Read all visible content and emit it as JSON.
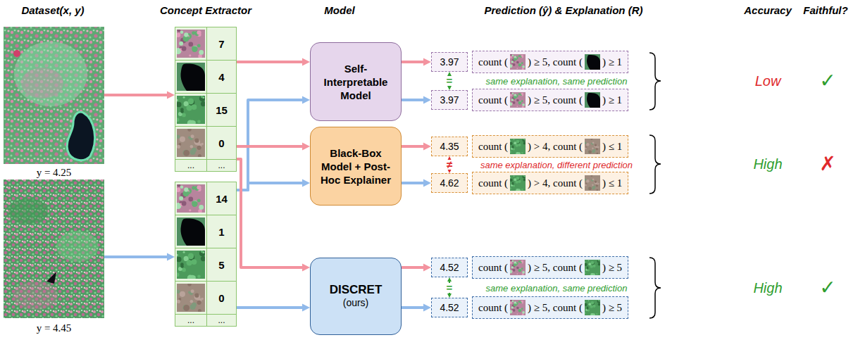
{
  "diagram": {
    "nodes": [
      {
        "text": [
          "y = 4.25"
        ]
      },
      {
        "text": [
          "y = 4.45"
        ]
      },
      {
        "text": [
          "7",
          "4",
          "15",
          "0",
          "...",
          "..."
        ]
      },
      {
        "text": [
          "14",
          "1",
          "5",
          "0",
          "...",
          "..."
        ]
      },
      {
        "text": [
          "Self-Interpretable Model"
        ]
      },
      {
        "text": [
          "Black-Box Model + Post-Hoc Explainer"
        ]
      },
      {
        "text": [
          "DISCRET",
          "(ours)"
        ]
      },
      {
        "text": [
          "3.97"
        ]
      },
      {
        "text": [
          "count (",
          ") ≥ 5, count (",
          ") ≥ 1"
        ]
      },
      {
        "text": [
          "3.97"
        ]
      },
      {
        "text": [
          "count (",
          ") ≥ 5, count (",
          ") ≥ 1"
        ]
      },
      {
        "text": [
          "4.35"
        ]
      },
      {
        "text": [
          "count (",
          ") > 4, count (",
          ") ≤ 1"
        ]
      },
      {
        "text": [
          "4.62"
        ]
      },
      {
        "text": [
          "count (",
          ") > 4, count (",
          ") ≤ 1"
        ]
      },
      {
        "text": [
          "4.52"
        ]
      },
      {
        "text": [
          "count (",
          ") ≥ 5, count (",
          ") ≥ 5"
        ]
      },
      {
        "text": [
          "4.52"
        ]
      },
      {
        "text": [
          "count (",
          ") ≥ 5, count (",
          ") ≥ 5"
        ]
      }
    ],
    "edges": [
      {
        "from": 0,
        "to": 2,
        "arrow": "to"
      },
      {
        "from": 1,
        "to": 3,
        "arrow": "to"
      },
      {
        "from": 2,
        "to": 4,
        "arrow": "to"
      },
      {
        "from": 3,
        "to": 4,
        "arrow": "to"
      },
      {
        "from": 2,
        "to": 5,
        "arrow": "to"
      },
      {
        "from": 3,
        "to": 5,
        "arrow": "to"
      },
      {
        "from": 2,
        "to": 6,
        "arrow": "to"
      },
      {
        "from": 3,
        "to": 6,
        "arrow": "to"
      },
      {
        "from": 4,
        "to": 7,
        "arrow": "to"
      },
      {
        "from": 4,
        "to": 9,
        "arrow": "to"
      },
      {
        "from": 5,
        "to": 11,
        "arrow": "to"
      },
      {
        "from": 5,
        "to": 13,
        "arrow": "to"
      },
      {
        "from": 6,
        "to": 15,
        "arrow": "to"
      },
      {
        "from": 6,
        "to": 17,
        "arrow": "to"
      },
      {
        "from": 7,
        "to": 9,
        "arrow": "both",
        "label": "="
      },
      {
        "from": 11,
        "to": 13,
        "arrow": "both",
        "label": "≠"
      },
      {
        "from": 15,
        "to": 17,
        "arrow": "both",
        "label": "="
      }
    ],
    "labels": [
      "Dataset(x, y)",
      "Concept Extractor",
      "Model",
      "Prediction (ŷ) & Explanation (R)",
      "Accuracy",
      "Faithful?",
      "same explanation, same prediction",
      "same explanation, different prediction",
      "same explanation, same prediction",
      "Low",
      "High",
      "High",
      "✓",
      "✗",
      "✓"
    ]
  }
}
